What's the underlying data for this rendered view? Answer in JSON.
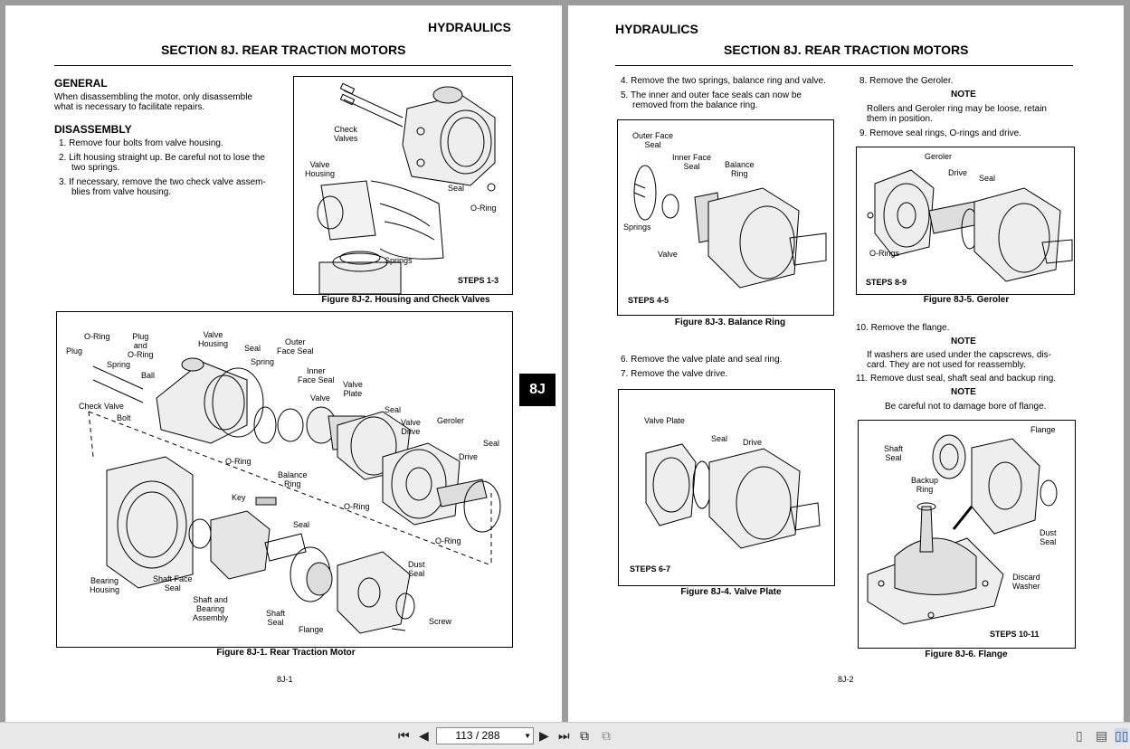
{
  "left": {
    "header": "HYDRAULICS",
    "section": "SECTION 8J. REAR TRACTION MOTORS",
    "general_title": "GENERAL",
    "general_text_1": "When disassembling the motor, only disassemble",
    "general_text_2": "what is necessary to facilitate repairs.",
    "disassembly_title": "DISASSEMBLY",
    "steps": [
      {
        "l1": "1.  Remove four bolts from valve housing.",
        "l2": ""
      },
      {
        "l1": "2.  Lift housing straight up. Be careful not to lose the",
        "l2": "two springs."
      },
      {
        "l1": "3.  If necessary, remove the two check valve assem-",
        "l2": "blies from valve housing."
      }
    ],
    "fig2": {
      "labels": {
        "check_valves": "Check\nValves",
        "valve_housing": "Valve\nHousing",
        "seal": "Seal",
        "oring": "O-Ring",
        "springs": "Springs"
      },
      "steps": "STEPS 1-3",
      "caption": "Figure 8J-2. Housing and Check Valves"
    },
    "fig1": {
      "labels": {
        "oring1": "O-Ring",
        "plug_oring": "Plug\nand\nO-Ring",
        "plug": "Plug",
        "spring1": "Spring",
        "ball": "Ball",
        "valve_housing": "Valve\nHousing",
        "seal1": "Seal",
        "spring2": "Spring",
        "outer_face_seal": "Outer\nFace Seal",
        "inner_face_seal": "Inner\nFace Seal",
        "valve": "Valve",
        "valve_plate": "Valve\nPlate",
        "check_valve": "Check Valve",
        "bolt": "Bolt",
        "oring2": "O-Ring",
        "balance_ring": "Balance\nRing",
        "seal2": "Seal",
        "valve_drive": "Valve\nDrive",
        "geroler": "Geroler",
        "seal3": "Seal",
        "drive": "Drive",
        "oring3": "O-Ring",
        "oring4": "O-Ring",
        "key": "Key",
        "seal4": "Seal",
        "bearing_housing": "Bearing\nHousing",
        "shaft_face_seal": "Shaft Face\nSeal",
        "shaft_bearing": "Shaft and\nBearing\nAssembly",
        "shaft_seal": "Shaft\nSeal",
        "flange": "Flange",
        "dust_seal": "Dust\nSeal",
        "screw": "Screw"
      },
      "caption": "Figure 8J-1. Rear Traction Motor"
    },
    "page_number": "8J-1",
    "tab": "8J"
  },
  "right": {
    "header": "HYDRAULICS",
    "section": "SECTION 8J. REAR TRACTION MOTORS",
    "col1_steps": [
      {
        "l1": "4.  Remove the two springs, balance ring and valve.",
        "l2": ""
      },
      {
        "l1": "5.  The inner and outer face seals can now be",
        "l2": "removed from the balance ring."
      }
    ],
    "fig3": {
      "labels": {
        "outer_face_seal": "Outer Face\nSeal",
        "inner_face_seal": "Inner Face\nSeal",
        "balance_ring": "Balance\nRing",
        "springs": "Springs",
        "valve": "Valve"
      },
      "steps": "STEPS 4-5",
      "caption": "Figure 8J-3. Balance Ring"
    },
    "col1_steps_b": [
      "6.  Remove the valve plate and seal ring.",
      "7.  Remove the valve drive."
    ],
    "fig4": {
      "labels": {
        "valve_plate": "Valve Plate",
        "seal": "Seal",
        "drive": "Drive"
      },
      "steps": "STEPS 6-7",
      "caption": "Figure 8J-4. Valve Plate"
    },
    "step8": "8.  Remove the Geroler.",
    "note1_title": "NOTE",
    "note1_l1": "Rollers and Geroler ring may be loose, retain",
    "note1_l2": "them in position.",
    "step9": "9.  Remove seal rings, O-rings and drive.",
    "fig5": {
      "labels": {
        "geroler": "Geroler",
        "drive": "Drive",
        "seal": "Seal",
        "orings": "O-Rings"
      },
      "steps": "STEPS 8-9",
      "caption": "Figure 8J-5. Geroler"
    },
    "step10": "10.  Remove the flange.",
    "note2_title": "NOTE",
    "note2_l1": "If washers are used under the capscrews, dis-",
    "note2_l2": "card. They are not used for reassembly.",
    "step11": "11.  Remove dust seal, shaft seal and backup ring.",
    "note3_title": "NOTE",
    "note3_l1": "Be careful not to damage bore of flange.",
    "fig6": {
      "labels": {
        "flange": "Flange",
        "shaft_seal": "Shaft\nSeal",
        "backup_ring": "Backup\nRing",
        "dust_seal": "Dust\nSeal",
        "discard_washer": "Discard\nWasher"
      },
      "steps": "STEPS 10-11",
      "caption": "Figure 8J-6. Flange"
    },
    "page_number": "8J-2"
  },
  "toolbar": {
    "first_icon": "first-page-icon",
    "prev_icon": "prev-page-icon",
    "page_value": "113 / 288",
    "next_icon": "next-page-icon",
    "last_icon": "last-page-icon",
    "fit_icon": "fit-page-icon",
    "rotate_icon": "rotate-icon",
    "single_icon": "single-page-icon",
    "continuous_icon": "continuous-icon",
    "facing_icon": "facing-pages-icon"
  }
}
